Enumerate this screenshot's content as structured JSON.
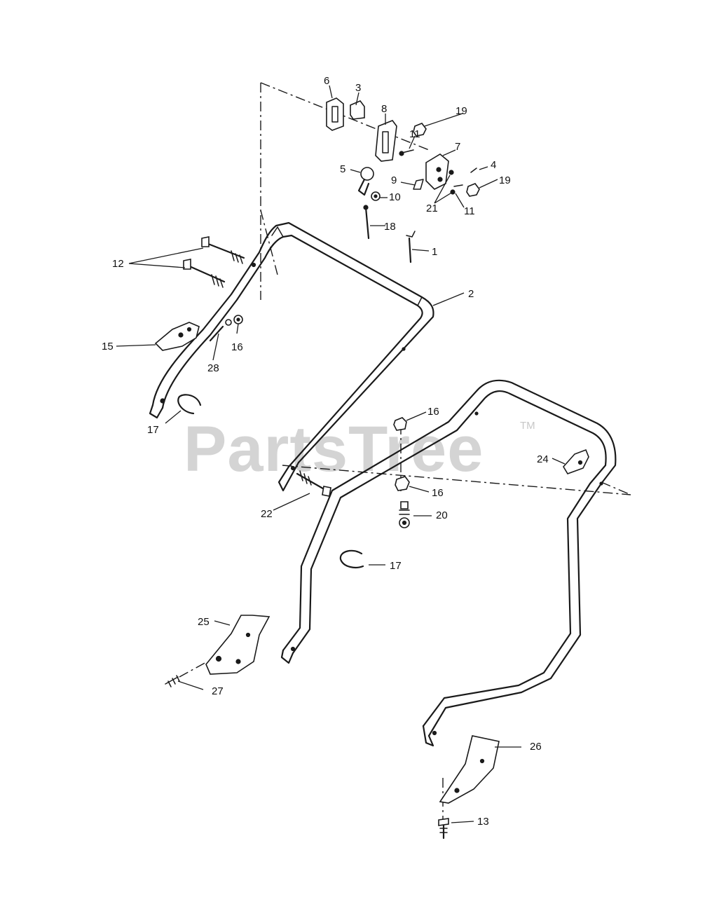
{
  "watermark": {
    "text": "PartsTree",
    "trademark": "TM"
  },
  "callouts": [
    "1",
    "2",
    "3",
    "4",
    "5",
    "6",
    "7",
    "8",
    "9",
    "10",
    "11",
    "11",
    "12",
    "13",
    "15",
    "16",
    "16",
    "16",
    "17",
    "17",
    "18",
    "19",
    "19",
    "20",
    "21",
    "22",
    "24",
    "25",
    "26",
    "27",
    "28"
  ]
}
